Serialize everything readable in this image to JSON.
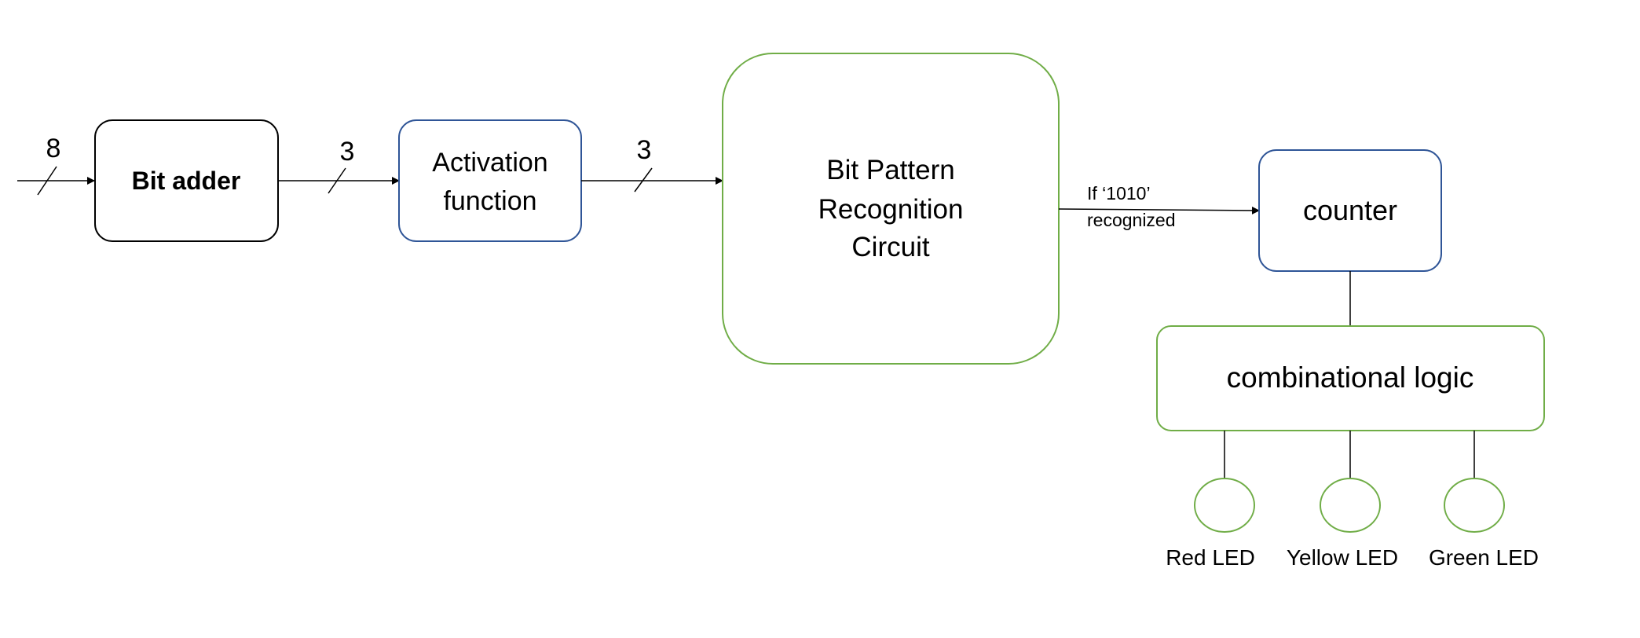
{
  "diagram": {
    "bus_in": {
      "width": "8"
    },
    "bit_adder": {
      "label": "Bit adder"
    },
    "bus_adder_to_activation": {
      "width": "3"
    },
    "activation": {
      "line1": "Activation",
      "line2": "function"
    },
    "bus_activation_to_recognition": {
      "width": "3"
    },
    "recognition": {
      "line1": "Bit Pattern",
      "line2": "Recognition",
      "line3": "Circuit"
    },
    "recognized_edge": {
      "line1": "If ‘1010’",
      "line2": "recognized"
    },
    "counter": {
      "label": "counter"
    },
    "combinational": {
      "label": "combinational logic"
    },
    "leds": [
      {
        "label": "Red LED"
      },
      {
        "label": "Yellow LED"
      },
      {
        "label": "Green LED"
      }
    ],
    "colors": {
      "black_border": "#000000",
      "blue_border": "#2f5597",
      "green_border": "#70ad47"
    }
  }
}
